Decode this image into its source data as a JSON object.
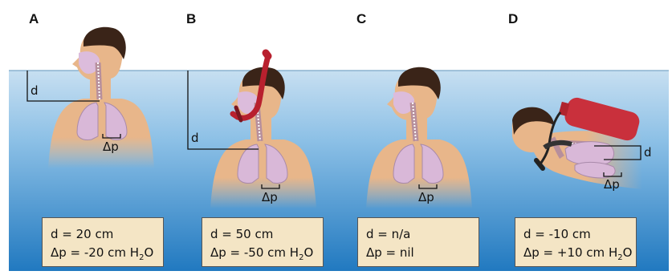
{
  "panels": [
    {
      "letter": "A",
      "d_label": "d",
      "dp_label": "Δp",
      "box": {
        "d": "d = 20 cm",
        "dp_prefix": "Δp = -20 cm H",
        "dp_sub": "2",
        "dp_suffix": "O"
      }
    },
    {
      "letter": "B",
      "d_label": "d",
      "dp_label": "Δp",
      "box": {
        "d": "d = 50 cm",
        "dp_prefix": "Δp = -50 cm H",
        "dp_sub": "2",
        "dp_suffix": "O"
      }
    },
    {
      "letter": "C",
      "d_label": "",
      "dp_label": "Δp",
      "box": {
        "d": "d = n/a",
        "dp_prefix": "Δp = nil",
        "dp_sub": "",
        "dp_suffix": ""
      }
    },
    {
      "letter": "D",
      "d_label": "d",
      "dp_label": "Δp",
      "box": {
        "d": "d = -10 cm",
        "dp_prefix": "Δp = +10 cm H",
        "dp_sub": "2",
        "dp_suffix": "O"
      }
    }
  ],
  "colors": {
    "water_top": "#bcd8ee",
    "water_bottom": "#2a86c8",
    "skin": "#e8b68a",
    "hair": "#3a2418",
    "lung": "#d9b8d8",
    "snorkel": "#b8202e",
    "tank": "#c9303c",
    "box_fill": "#f4e5c5"
  }
}
